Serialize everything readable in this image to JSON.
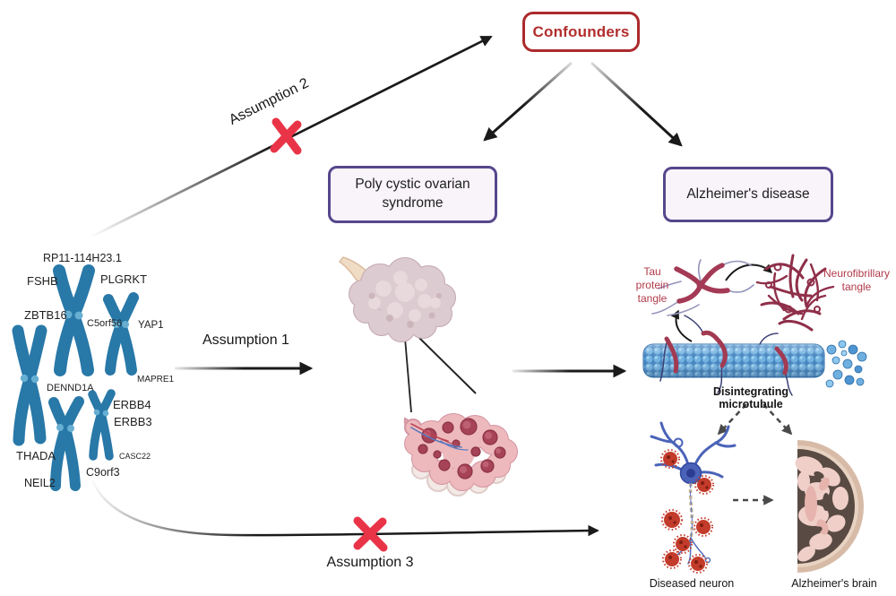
{
  "figure": {
    "confounders_label": "Confounders",
    "exposure_label": "Poly cystic ovarian syndrome",
    "outcome_label": "Alzheimer's disease",
    "assumption1_label": "Assumption 1",
    "assumption2_label": "Assumption 2",
    "assumption3_label": "Assumption 3",
    "genes": [
      "RP11-114H23.1",
      "FSHB",
      "PLGRKT",
      "ZBTB16",
      "C5orf56",
      "YAP1",
      "MAPRE1",
      "DENND1A",
      "ERBB4",
      "ERBB3",
      "CASC22",
      "THADA",
      "C9orf3",
      "NEIL2"
    ],
    "tau_tangle_label": "Tau protein tangle",
    "neurofibrillary_label": "Neurofibrillary tangle",
    "microtubule_label": "Disintegrating microtubule",
    "diseased_neuron_label": "Diseased neuron",
    "alzheimers_brain_label": "Alzheimer's brain",
    "colors": {
      "confounders_red": "#b22e2e",
      "box_purple_border": "#56478c",
      "box_fill": "#f8f4fa",
      "cross_red": "#e93448",
      "chromosome_blue": "#2878a8",
      "tangle_maroon": "#a23a52",
      "arrow_black": "#1a1a1a"
    }
  }
}
